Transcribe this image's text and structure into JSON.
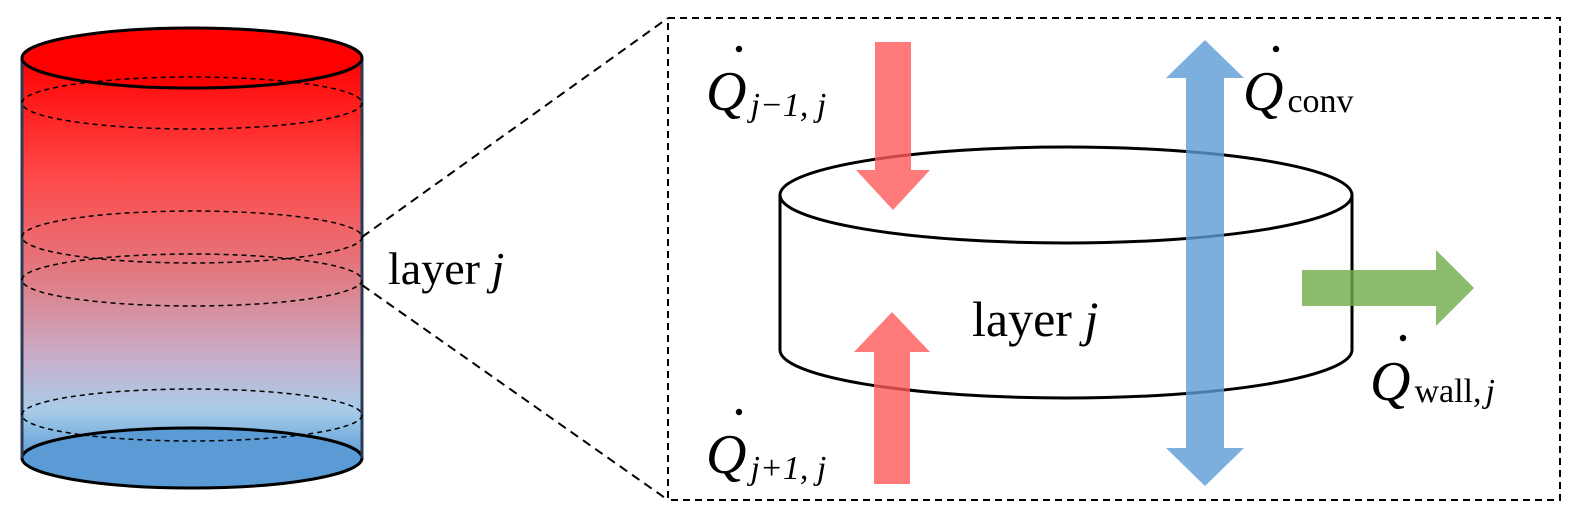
{
  "labels": {
    "layer_word": "layer",
    "layer_index": "j",
    "inner_layer_word": "layer",
    "inner_layer_index": "j"
  },
  "heat_flows": {
    "from_above": {
      "symbol": "Q",
      "subscript": "j−1, j"
    },
    "from_below": {
      "symbol": "Q",
      "subscript": "j+1, j"
    },
    "convection": {
      "symbol": "Q",
      "subscript": "conv"
    },
    "wall": {
      "symbol": "Q",
      "subscript_text": "wall,",
      "subscript_index": "j"
    }
  },
  "colors": {
    "hot": "#ff0000",
    "cold": "#5b9bd5",
    "arrow_red": "#ff7070",
    "arrow_blue": "#7aaddc",
    "arrow_green": "#8dbd6a"
  }
}
